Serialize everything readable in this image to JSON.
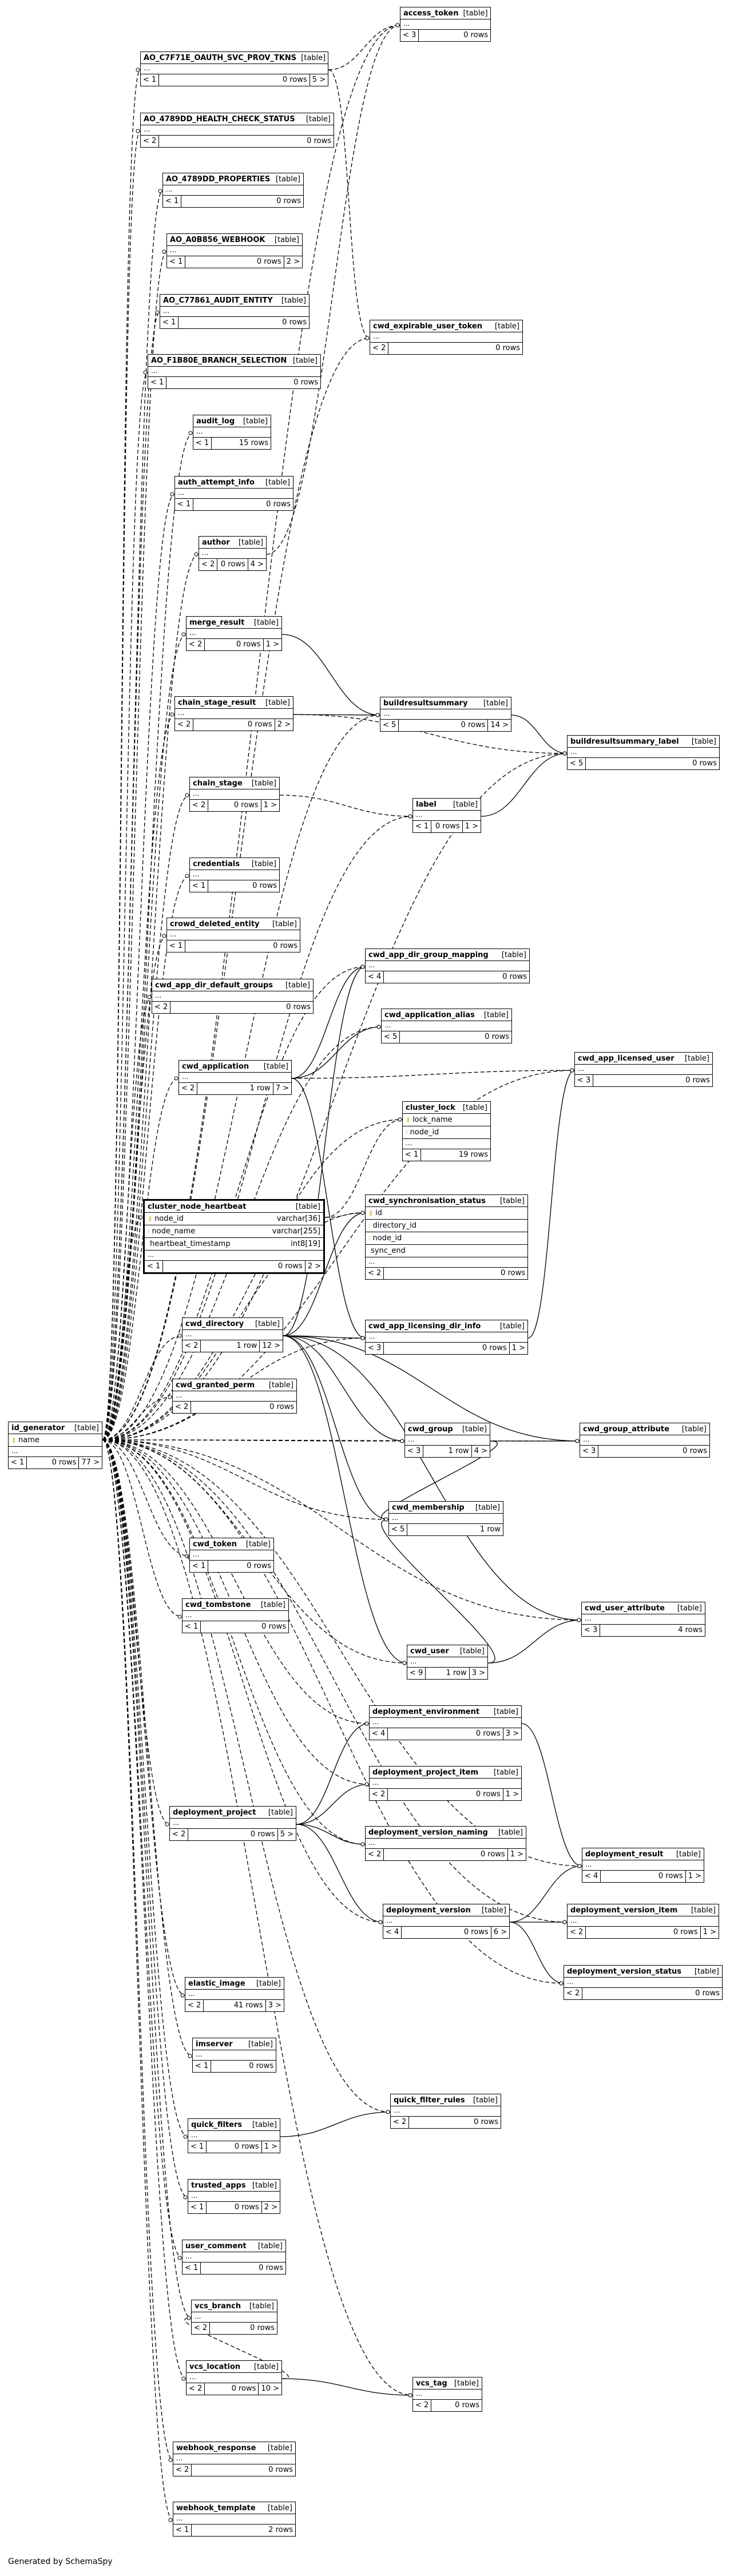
{
  "footer": "Generated by SchemaSpy",
  "tables": [
    {
      "name": "access_token",
      "kind": "[table]",
      "left": "< 3",
      "rows": "0 rows",
      "right": ""
    },
    {
      "name": "AO_C7F71E_OAUTH_SVC_PROV_TKNS",
      "kind": "[table]",
      "left": "< 1",
      "rows": "0 rows",
      "right": "5 >"
    },
    {
      "name": "AO_4789DD_HEALTH_CHECK_STATUS",
      "kind": "[table]",
      "left": "< 2",
      "rows": "0 rows",
      "right": ""
    },
    {
      "name": "AO_4789DD_PROPERTIES",
      "kind": "[table]",
      "left": "< 1",
      "rows": "0 rows",
      "right": ""
    },
    {
      "name": "AO_A0B856_WEBHOOK",
      "kind": "[table]",
      "left": "< 1",
      "rows": "0 rows",
      "right": "2 >"
    },
    {
      "name": "AO_C77861_AUDIT_ENTITY",
      "kind": "[table]",
      "left": "< 1",
      "rows": "0 rows",
      "right": ""
    },
    {
      "name": "AO_F1B80E_BRANCH_SELECTION",
      "kind": "[table]",
      "left": "< 1",
      "rows": "0 rows",
      "right": ""
    },
    {
      "name": "cwd_expirable_user_token",
      "kind": "[table]",
      "left": "< 2",
      "rows": "0 rows",
      "right": ""
    },
    {
      "name": "audit_log",
      "kind": "[table]",
      "left": "< 1",
      "rows": "15 rows",
      "right": ""
    },
    {
      "name": "auth_attempt_info",
      "kind": "[table]",
      "left": "< 1",
      "rows": "0 rows",
      "right": ""
    },
    {
      "name": "author",
      "kind": "[table]",
      "left": "< 2",
      "rows": "0 rows",
      "right": "4 >"
    },
    {
      "name": "merge_result",
      "kind": "[table]",
      "left": "< 2",
      "rows": "0 rows",
      "right": "1 >"
    },
    {
      "name": "chain_stage_result",
      "kind": "[table]",
      "left": "< 2",
      "rows": "0 rows",
      "right": "2 >"
    },
    {
      "name": "buildresultsummary",
      "kind": "[table]",
      "left": "< 5",
      "rows": "0 rows",
      "right": "14 >"
    },
    {
      "name": "buildresultsummary_label",
      "kind": "[table]",
      "left": "< 5",
      "rows": "0 rows",
      "right": ""
    },
    {
      "name": "chain_stage",
      "kind": "[table]",
      "left": "< 2",
      "rows": "0 rows",
      "right": "1 >"
    },
    {
      "name": "label",
      "kind": "[table]",
      "left": "< 1",
      "rows": "0 rows",
      "right": "1 >"
    },
    {
      "name": "credentials",
      "kind": "[table]",
      "left": "< 1",
      "rows": "0 rows",
      "right": ""
    },
    {
      "name": "crowd_deleted_entity",
      "kind": "[table]",
      "left": "< 1",
      "rows": "0 rows",
      "right": ""
    },
    {
      "name": "cwd_app_dir_group_mapping",
      "kind": "[table]",
      "left": "< 4",
      "rows": "0 rows",
      "right": ""
    },
    {
      "name": "cwd_app_dir_default_groups",
      "kind": "[table]",
      "left": "< 2",
      "rows": "0 rows",
      "right": ""
    },
    {
      "name": "cwd_application_alias",
      "kind": "[table]",
      "left": "< 5",
      "rows": "0 rows",
      "right": ""
    },
    {
      "name": "cwd_app_licensed_user",
      "kind": "[table]",
      "left": "< 3",
      "rows": "0 rows",
      "right": ""
    },
    {
      "name": "cwd_application",
      "kind": "[table]",
      "left": "< 2",
      "rows": "1 row",
      "right": "7 >"
    },
    {
      "name": "cluster_lock",
      "kind": "[table]",
      "left": "< 1",
      "rows": "19 rows",
      "right": "",
      "columns": [
        {
          "key": "⚷",
          "name": "lock_name"
        },
        {
          "key": "⁝",
          "name": "node_id"
        }
      ]
    },
    {
      "name": "cluster_node_heartbeat",
      "kind": "[table]",
      "left": "< 1",
      "rows": "0 rows",
      "right": "2 >",
      "focus": true,
      "columns": [
        {
          "key": "⚷",
          "name": "node_id",
          "type": "varchar[36]"
        },
        {
          "key": "⁝",
          "name": "node_name",
          "type": "varchar[255]"
        },
        {
          "key": "",
          "name": "heartbeat_timestamp",
          "type": "int8[19]"
        }
      ]
    },
    {
      "name": "cwd_synchronisation_status",
      "kind": "[table]",
      "left": "< 2",
      "rows": "0 rows",
      "right": "",
      "columns": [
        {
          "key": "⚷",
          "name": "id"
        },
        {
          "key": "⁝",
          "name": "directory_id"
        },
        {
          "key": "⁝",
          "name": "node_id"
        },
        {
          "key": "",
          "name": "sync_end"
        }
      ]
    },
    {
      "name": "cwd_directory",
      "kind": "[table]",
      "left": "< 2",
      "rows": "1 row",
      "right": "12 >"
    },
    {
      "name": "cwd_app_licensing_dir_info",
      "kind": "[table]",
      "left": "< 3",
      "rows": "0 rows",
      "right": "1 >"
    },
    {
      "name": "cwd_granted_perm",
      "kind": "[table]",
      "left": "< 2",
      "rows": "0 rows",
      "right": ""
    },
    {
      "name": "id_generator",
      "kind": "[table]",
      "left": "< 1",
      "rows": "0 rows",
      "right": "77 >",
      "columns": [
        {
          "key": "⚷",
          "name": "name"
        }
      ]
    },
    {
      "name": "cwd_group",
      "kind": "[table]",
      "left": "< 3",
      "rows": "1 row",
      "right": "4 >"
    },
    {
      "name": "cwd_group_attribute",
      "kind": "[table]",
      "left": "< 3",
      "rows": "0 rows",
      "right": ""
    },
    {
      "name": "cwd_membership",
      "kind": "[table]",
      "left": "< 5",
      "rows": "1 row",
      "right": ""
    },
    {
      "name": "cwd_token",
      "kind": "[table]",
      "left": "< 1",
      "rows": "0 rows",
      "right": ""
    },
    {
      "name": "cwd_tombstone",
      "kind": "[table]",
      "left": "< 1",
      "rows": "0 rows",
      "right": ""
    },
    {
      "name": "cwd_user_attribute",
      "kind": "[table]",
      "left": "< 3",
      "rows": "4 rows",
      "right": ""
    },
    {
      "name": "cwd_user",
      "kind": "[table]",
      "left": "< 9",
      "rows": "1 row",
      "right": "3 >"
    },
    {
      "name": "deployment_environment",
      "kind": "[table]",
      "left": "< 4",
      "rows": "0 rows",
      "right": "3 >"
    },
    {
      "name": "deployment_project_item",
      "kind": "[table]",
      "left": "< 2",
      "rows": "0 rows",
      "right": "1 >"
    },
    {
      "name": "deployment_project",
      "kind": "[table]",
      "left": "< 2",
      "rows": "0 rows",
      "right": "5 >"
    },
    {
      "name": "deployment_version_naming",
      "kind": "[table]",
      "left": "< 2",
      "rows": "0 rows",
      "right": "1 >"
    },
    {
      "name": "deployment_result",
      "kind": "[table]",
      "left": "< 4",
      "rows": "0 rows",
      "right": "1 >"
    },
    {
      "name": "deployment_version",
      "kind": "[table]",
      "left": "< 4",
      "rows": "0 rows",
      "right": "6 >"
    },
    {
      "name": "deployment_version_item",
      "kind": "[table]",
      "left": "< 2",
      "rows": "0 rows",
      "right": "1 >"
    },
    {
      "name": "deployment_version_status",
      "kind": "[table]",
      "left": "< 2",
      "rows": "0 rows",
      "right": ""
    },
    {
      "name": "elastic_image",
      "kind": "[table]",
      "left": "< 2",
      "rows": "41 rows",
      "right": "3 >"
    },
    {
      "name": "imserver",
      "kind": "[table]",
      "left": "< 1",
      "rows": "0 rows",
      "right": ""
    },
    {
      "name": "quick_filter_rules",
      "kind": "[table]",
      "left": "< 2",
      "rows": "0 rows",
      "right": ""
    },
    {
      "name": "quick_filters",
      "kind": "[table]",
      "left": "< 1",
      "rows": "0 rows",
      "right": "1 >"
    },
    {
      "name": "trusted_apps",
      "kind": "[table]",
      "left": "< 1",
      "rows": "0 rows",
      "right": "2 >"
    },
    {
      "name": "user_comment",
      "kind": "[table]",
      "left": "< 1",
      "rows": "0 rows",
      "right": ""
    },
    {
      "name": "vcs_branch",
      "kind": "[table]",
      "left": "< 2",
      "rows": "0 rows",
      "right": ""
    },
    {
      "name": "vcs_location",
      "kind": "[table]",
      "left": "< 2",
      "rows": "0 rows",
      "right": "10 >"
    },
    {
      "name": "vcs_tag",
      "kind": "[table]",
      "left": "< 2",
      "rows": "0 rows",
      "right": ""
    },
    {
      "name": "webhook_response",
      "kind": "[table]",
      "left": "< 2",
      "rows": "0 rows",
      "right": ""
    },
    {
      "name": "webhook_template",
      "kind": "[table]",
      "left": "< 1",
      "rows": "2 rows",
      "right": ""
    }
  ],
  "relationships": [
    {
      "from": "id_generator",
      "to": "access_token",
      "implied": true
    },
    {
      "from": "id_generator",
      "to": "AO_C7F71E_OAUTH_SVC_PROV_TKNS",
      "implied": true
    },
    {
      "from": "id_generator",
      "to": "AO_4789DD_HEALTH_CHECK_STATUS",
      "implied": true
    },
    {
      "from": "id_generator",
      "to": "AO_4789DD_PROPERTIES",
      "implied": true
    },
    {
      "from": "id_generator",
      "to": "AO_A0B856_WEBHOOK",
      "implied": true
    },
    {
      "from": "id_generator",
      "to": "AO_C77861_AUDIT_ENTITY",
      "implied": true
    },
    {
      "from": "id_generator",
      "to": "AO_F1B80E_BRANCH_SELECTION",
      "implied": true
    },
    {
      "from": "id_generator",
      "to": "audit_log",
      "implied": true
    },
    {
      "from": "id_generator",
      "to": "auth_attempt_info",
      "implied": true
    },
    {
      "from": "id_generator",
      "to": "author",
      "implied": true
    },
    {
      "from": "id_generator",
      "to": "merge_result",
      "implied": true
    },
    {
      "from": "id_generator",
      "to": "chain_stage_result",
      "implied": true
    },
    {
      "from": "id_generator",
      "to": "chain_stage",
      "implied": true
    },
    {
      "from": "id_generator",
      "to": "credentials",
      "implied": true
    },
    {
      "from": "id_generator",
      "to": "crowd_deleted_entity",
      "implied": true
    },
    {
      "from": "id_generator",
      "to": "cwd_app_dir_default_groups",
      "implied": true
    },
    {
      "from": "id_generator",
      "to": "cwd_application",
      "implied": true
    },
    {
      "from": "id_generator",
      "to": "cluster_node_heartbeat",
      "implied": true
    },
    {
      "from": "id_generator",
      "to": "cwd_directory",
      "implied": true
    },
    {
      "from": "id_generator",
      "to": "cwd_granted_perm",
      "implied": true
    },
    {
      "from": "id_generator",
      "to": "cwd_token",
      "implied": true
    },
    {
      "from": "id_generator",
      "to": "cwd_tombstone",
      "implied": true
    },
    {
      "from": "id_generator",
      "to": "deployment_project",
      "implied": true
    },
    {
      "from": "id_generator",
      "to": "elastic_image",
      "implied": true
    },
    {
      "from": "id_generator",
      "to": "imserver",
      "implied": true
    },
    {
      "from": "id_generator",
      "to": "quick_filters",
      "implied": true
    },
    {
      "from": "id_generator",
      "to": "trusted_apps",
      "implied": true
    },
    {
      "from": "id_generator",
      "to": "user_comment",
      "implied": true
    },
    {
      "from": "id_generator",
      "to": "vcs_branch",
      "implied": true
    },
    {
      "from": "id_generator",
      "to": "vcs_location",
      "implied": true
    },
    {
      "from": "id_generator",
      "to": "webhook_response",
      "implied": true
    },
    {
      "from": "id_generator",
      "to": "webhook_template",
      "implied": true
    },
    {
      "from": "id_generator",
      "to": "cwd_expirable_user_token",
      "implied": true
    },
    {
      "from": "id_generator",
      "to": "buildresultsummary",
      "implied": true
    },
    {
      "from": "id_generator",
      "to": "buildresultsummary_label",
      "implied": true
    },
    {
      "from": "id_generator",
      "to": "label",
      "implied": true
    },
    {
      "from": "id_generator",
      "to": "cwd_app_dir_group_mapping",
      "implied": true
    },
    {
      "from": "id_generator",
      "to": "cwd_application_alias",
      "implied": true
    },
    {
      "from": "id_generator",
      "to": "cwd_app_licensed_user",
      "implied": true
    },
    {
      "from": "id_generator",
      "to": "cluster_lock",
      "implied": true
    },
    {
      "from": "id_generator",
      "to": "cwd_synchronisation_status",
      "implied": true
    },
    {
      "from": "id_generator",
      "to": "cwd_app_licensing_dir_info",
      "implied": true
    },
    {
      "from": "id_generator",
      "to": "cwd_group",
      "implied": true
    },
    {
      "from": "id_generator",
      "to": "cwd_group_attribute",
      "implied": true
    },
    {
      "from": "id_generator",
      "to": "cwd_membership",
      "implied": true
    },
    {
      "from": "id_generator",
      "to": "cwd_user_attribute",
      "implied": true
    },
    {
      "from": "id_generator",
      "to": "cwd_user",
      "implied": true
    },
    {
      "from": "id_generator",
      "to": "deployment_environment",
      "implied": true
    },
    {
      "from": "id_generator",
      "to": "deployment_project_item",
      "implied": true
    },
    {
      "from": "id_generator",
      "to": "deployment_version_naming",
      "implied": true
    },
    {
      "from": "id_generator",
      "to": "deployment_result",
      "implied": true
    },
    {
      "from": "id_generator",
      "to": "deployment_version",
      "implied": true
    },
    {
      "from": "id_generator",
      "to": "deployment_version_item",
      "implied": true
    },
    {
      "from": "id_generator",
      "to": "deployment_version_status",
      "implied": true
    },
    {
      "from": "id_generator",
      "to": "quick_filter_rules",
      "implied": true
    },
    {
      "from": "id_generator",
      "to": "vcs_tag",
      "implied": true
    },
    {
      "from": "AO_C7F71E_OAUTH_SVC_PROV_TKNS",
      "to": "access_token",
      "implied": true
    },
    {
      "from": "AO_C7F71E_OAUTH_SVC_PROV_TKNS",
      "to": "cwd_expirable_user_token",
      "implied": true
    },
    {
      "from": "author",
      "to": "access_token",
      "implied": true
    },
    {
      "from": "merge_result",
      "to": "buildresultsummary",
      "implied": false
    },
    {
      "from": "chain_stage_result",
      "to": "buildresultsummary",
      "implied": false
    },
    {
      "from": "chain_stage_result",
      "to": "buildresultsummary_label",
      "implied": true
    },
    {
      "from": "chain_stage",
      "to": "label",
      "implied": true
    },
    {
      "from": "buildresultsummary",
      "to": "buildresultsummary_label",
      "implied": false
    },
    {
      "from": "label",
      "to": "buildresultsummary_label",
      "implied": false
    },
    {
      "from": "cwd_application",
      "to": "cwd_app_dir_group_mapping",
      "implied": false
    },
    {
      "from": "cwd_application",
      "to": "cwd_application_alias",
      "implied": false
    },
    {
      "from": "cwd_application",
      "to": "cwd_app_licensed_user",
      "implied": true
    },
    {
      "from": "cwd_application",
      "to": "cwd_app_licensing_dir_info",
      "implied": false
    },
    {
      "from": "cluster_node_heartbeat",
      "to": "cluster_lock",
      "implied": true
    },
    {
      "from": "cluster_node_heartbeat",
      "to": "cwd_synchronisation_status",
      "implied": true
    },
    {
      "from": "cwd_directory",
      "to": "cwd_app_dir_group_mapping",
      "implied": false
    },
    {
      "from": "cwd_directory",
      "to": "cwd_synchronisation_status",
      "implied": false
    },
    {
      "from": "cwd_directory",
      "to": "cwd_app_licensing_dir_info",
      "implied": false
    },
    {
      "from": "cwd_directory",
      "to": "cwd_group",
      "implied": false
    },
    {
      "from": "cwd_directory",
      "to": "cwd_group_attribute",
      "implied": false
    },
    {
      "from": "cwd_directory",
      "to": "cwd_membership",
      "implied": false
    },
    {
      "from": "cwd_directory",
      "to": "cwd_user",
      "implied": false
    },
    {
      "from": "cwd_directory",
      "to": "cwd_user_attribute",
      "implied": false
    },
    {
      "from": "cwd_app_licensing_dir_info",
      "to": "cwd_app_licensed_user",
      "implied": false
    },
    {
      "from": "cwd_group",
      "to": "cwd_group_attribute",
      "implied": false
    },
    {
      "from": "cwd_group",
      "to": "cwd_membership",
      "implied": false
    },
    {
      "from": "cwd_user",
      "to": "cwd_user_attribute",
      "implied": false
    },
    {
      "from": "cwd_user",
      "to": "cwd_membership",
      "implied": false
    },
    {
      "from": "deployment_project",
      "to": "deployment_environment",
      "implied": false
    },
    {
      "from": "deployment_project",
      "to": "deployment_project_item",
      "implied": false
    },
    {
      "from": "deployment_project",
      "to": "deployment_version_naming",
      "implied": false
    },
    {
      "from": "deployment_project",
      "to": "deployment_version",
      "implied": false
    },
    {
      "from": "deployment_environment",
      "to": "deployment_result",
      "implied": false
    },
    {
      "from": "deployment_version",
      "to": "deployment_result",
      "implied": false
    },
    {
      "from": "deployment_version",
      "to": "deployment_version_item",
      "implied": false
    },
    {
      "from": "deployment_version",
      "to": "deployment_version_status",
      "implied": false
    },
    {
      "from": "quick_filters",
      "to": "quick_filter_rules",
      "implied": false
    },
    {
      "from": "vcs_location",
      "to": "vcs_tag",
      "implied": false
    },
    {
      "from": "vcs_location",
      "to": "vcs_branch",
      "implied": true
    }
  ]
}
